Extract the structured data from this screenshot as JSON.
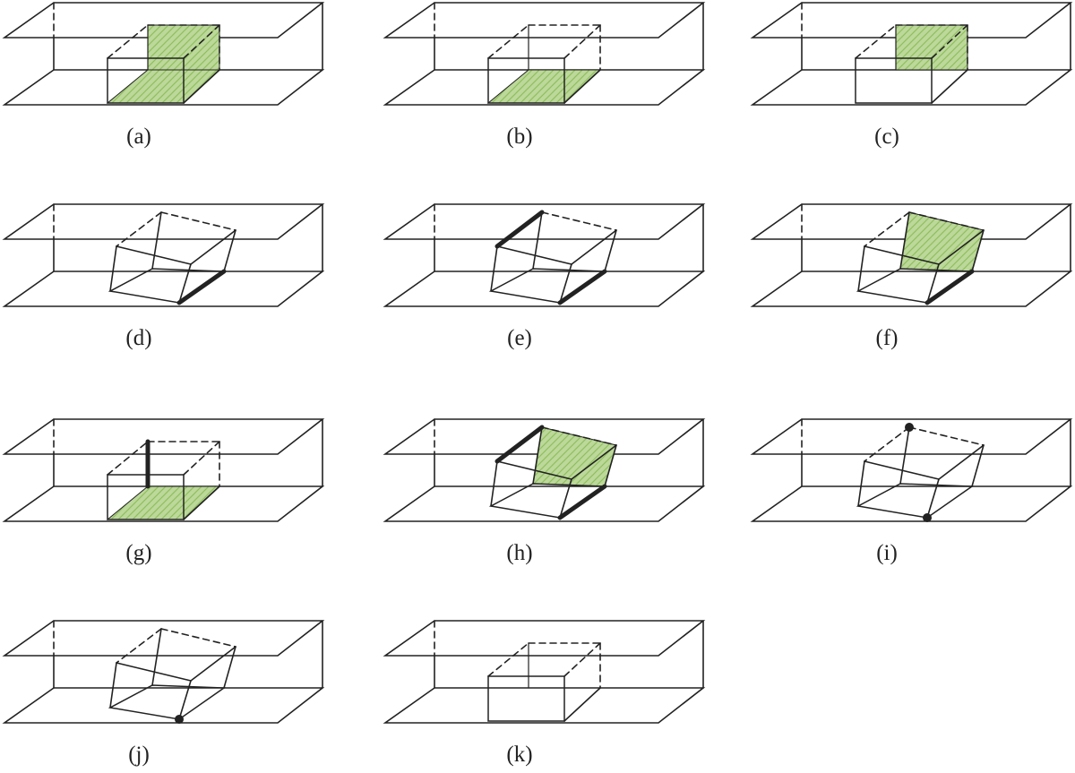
{
  "colors": {
    "line": "#222222",
    "face_fill": "#bcd89a",
    "face_hatch": "#8fbf5f",
    "background": "#ffffff"
  },
  "panels": [
    {
      "id": "a",
      "label": "(a)",
      "shaded_faces": [
        "back-vertical",
        "bottom"
      ],
      "thick_edges": [],
      "points": []
    },
    {
      "id": "b",
      "label": "(b)",
      "shaded_faces": [
        "bottom"
      ],
      "thick_edges": [],
      "points": []
    },
    {
      "id": "c",
      "label": "(c)",
      "shaded_faces": [
        "back-vertical"
      ],
      "thick_edges": [],
      "points": []
    },
    {
      "id": "d",
      "label": "(d)",
      "shaded_faces": [],
      "thick_edges": [
        "bottom-front-right"
      ],
      "points": []
    },
    {
      "id": "e",
      "label": "(e)",
      "shaded_faces": [],
      "thick_edges": [
        "top-back-left",
        "bottom-front-right"
      ],
      "points": []
    },
    {
      "id": "f",
      "label": "(f)",
      "shaded_faces": [
        "back-tilted"
      ],
      "thick_edges": [
        "bottom-front-right"
      ],
      "points": []
    },
    {
      "id": "g",
      "label": "(g)",
      "shaded_faces": [
        "bottom"
      ],
      "thick_edges": [
        "vertical-back"
      ],
      "points": []
    },
    {
      "id": "h",
      "label": "(h)",
      "shaded_faces": [
        "back-tilted"
      ],
      "thick_edges": [
        "top-back-left",
        "bottom-front-right"
      ],
      "points": []
    },
    {
      "id": "i",
      "label": "(i)",
      "shaded_faces": [],
      "thick_edges": [],
      "points": [
        "top-vertex",
        "bottom-vertex"
      ]
    },
    {
      "id": "j",
      "label": "(j)",
      "shaded_faces": [],
      "thick_edges": [],
      "points": [
        "bottom-vertex"
      ]
    },
    {
      "id": "k",
      "label": "(k)",
      "shaded_faces": [],
      "thick_edges": [],
      "points": []
    }
  ]
}
